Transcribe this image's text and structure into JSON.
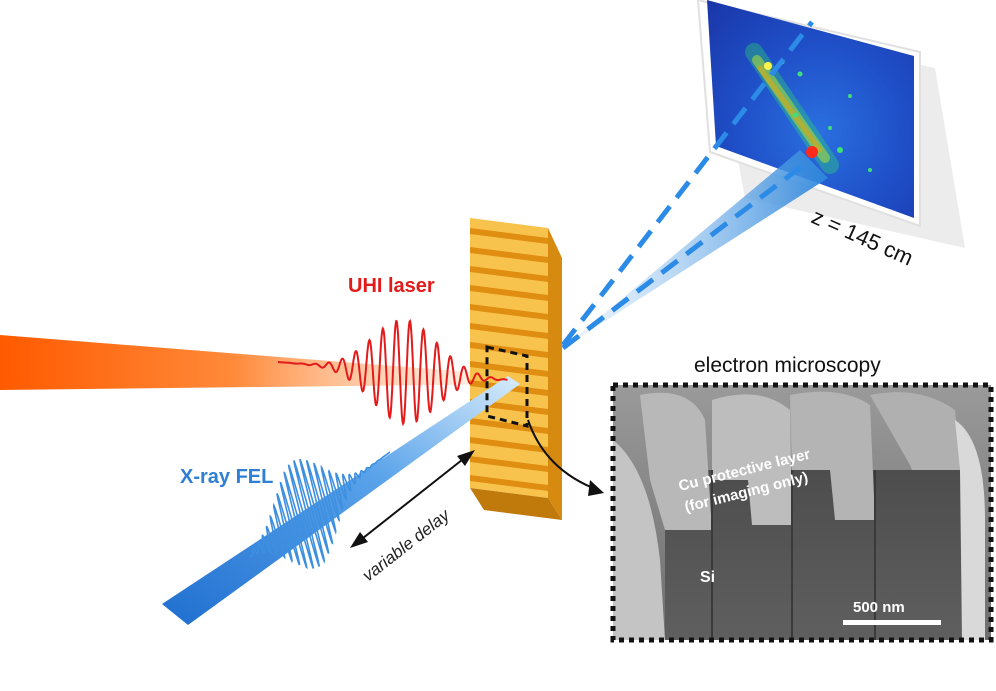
{
  "labels": {
    "uhi_laser": "UHI laser",
    "xray_fel": "X-ray FEL",
    "variable_delay": "variable delay",
    "distance": "z = 145 cm",
    "electron_microscopy": "electron microscopy",
    "cu_layer_line1": "Cu protective layer",
    "cu_layer_line2": "(for imaging only)",
    "si": "Si",
    "scale_bar": "500 nm"
  },
  "colors": {
    "laser_red": "#e21b1b",
    "xray_blue": "#2f7fd4",
    "grating_gold": "#f2a81c",
    "dashed_line": "#2b8be6"
  },
  "icons": [
    "detector-screen",
    "grating-target",
    "laser-pulse",
    "xray-pulse"
  ]
}
